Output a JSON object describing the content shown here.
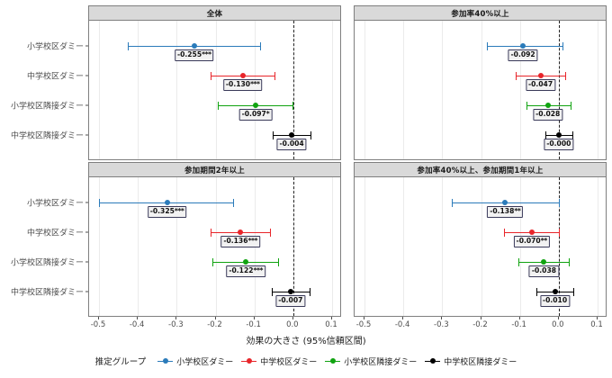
{
  "chart_data": {
    "type": "scatter",
    "plot_kind": "forest-plot-coefficient-plot",
    "title": "",
    "xlabel": "効果の大きさ (95%信頼区間)",
    "ylabel": "",
    "xlim": [
      -0.5,
      0.1
    ],
    "xticks": [
      -0.5,
      -0.4,
      -0.3,
      -0.2,
      -0.1,
      0.0,
      0.1
    ],
    "xticklabels": [
      "-0.5",
      "-0.4",
      "-0.3",
      "-0.2",
      "-0.1",
      "0.0",
      "0.1"
    ],
    "grid": "vertical-minor-gridlines",
    "reference_line": 0.0,
    "legend_position": "bottom",
    "legend_title": "推定グループ",
    "categories": [
      "小学校区ダミー",
      "中学校区ダミー",
      "小学校区隣接ダミー",
      "中学校区隣接ダミー"
    ],
    "colors": [
      "#2b7bba",
      "#e8252a",
      "#10a310",
      "#000000"
    ],
    "panels": [
      {
        "title": "全体",
        "points": [
          {
            "group": "小学校区ダミー",
            "estimate": -0.255,
            "ci_low": -0.425,
            "ci_high": -0.085,
            "label": "-0.255",
            "stars": "***"
          },
          {
            "group": "中学校区ダミー",
            "estimate": -0.13,
            "ci_low": -0.212,
            "ci_high": -0.048,
            "label": "-0.130",
            "stars": "***"
          },
          {
            "group": "小学校区隣接ダミー",
            "estimate": -0.097,
            "ci_low": -0.195,
            "ci_high": -0.001,
            "label": "-0.097",
            "stars": "*"
          },
          {
            "group": "中学校区隣接ダミー",
            "estimate": -0.004,
            "ci_low": -0.052,
            "ci_high": 0.044,
            "label": "-0.004",
            "stars": ""
          }
        ]
      },
      {
        "title": "参加率40%以上",
        "points": [
          {
            "group": "小学校区ダミー",
            "estimate": -0.092,
            "ci_low": -0.185,
            "ci_high": 0.01,
            "label": "-0.092",
            "stars": ""
          },
          {
            "group": "中学校区ダミー",
            "estimate": -0.047,
            "ci_low": -0.11,
            "ci_high": 0.016,
            "label": "-0.047",
            "stars": ""
          },
          {
            "group": "小学校区隣接ダミー",
            "estimate": -0.028,
            "ci_low": -0.082,
            "ci_high": 0.03,
            "label": "-0.028",
            "stars": ""
          },
          {
            "group": "中学校区隣接ダミー",
            "estimate": -0.0,
            "ci_low": -0.035,
            "ci_high": 0.036,
            "label": "-0.000",
            "stars": ""
          }
        ]
      },
      {
        "title": "参加期間2年以上",
        "points": [
          {
            "group": "小学校区ダミー",
            "estimate": -0.325,
            "ci_low": -0.5,
            "ci_high": -0.155,
            "label": "-0.325",
            "stars": "***"
          },
          {
            "group": "中学校区ダミー",
            "estimate": -0.136,
            "ci_low": -0.212,
            "ci_high": -0.06,
            "label": "-0.136",
            "stars": "***"
          },
          {
            "group": "小学校区隣接ダミー",
            "estimate": -0.122,
            "ci_low": -0.207,
            "ci_high": -0.038,
            "label": "-0.122",
            "stars": "***"
          },
          {
            "group": "中学校区隣接ダミー",
            "estimate": -0.007,
            "ci_low": -0.055,
            "ci_high": 0.042,
            "label": "-0.007",
            "stars": ""
          }
        ]
      },
      {
        "title": "参加率40%以上、参加期間1年以上",
        "points": [
          {
            "group": "小学校区ダミー",
            "estimate": -0.138,
            "ci_low": -0.275,
            "ci_high": 0.0,
            "label": "-0.138",
            "stars": "**"
          },
          {
            "group": "中学校区ダミー",
            "estimate": -0.07,
            "ci_low": -0.141,
            "ci_high": 0.0,
            "label": "-0.070",
            "stars": "**"
          },
          {
            "group": "小学校区隣接ダミー",
            "estimate": -0.038,
            "ci_low": -0.103,
            "ci_high": 0.027,
            "label": "-0.038",
            "stars": ""
          },
          {
            "group": "中学校区隣接ダミー",
            "estimate": -0.01,
            "ci_low": -0.057,
            "ci_high": 0.038,
            "label": "-0.010",
            "stars": ""
          }
        ]
      }
    ]
  },
  "axis": {
    "x_title": "効果の大きさ (95%信頼区間)",
    "x_tick_labels": [
      "-0.5",
      "-0.4",
      "-0.3",
      "-0.2",
      "-0.1",
      "0.0",
      "0.1"
    ],
    "y_tick_labels": [
      "小学校区ダミー",
      "中学校区ダミー",
      "小学校区隣接ダミー",
      "中学校区隣接ダミー"
    ]
  },
  "legend": {
    "title": "推定グループ",
    "items": [
      {
        "label": "小学校区ダミー",
        "color": "#2b7bba"
      },
      {
        "label": "中学校区ダミー",
        "color": "#e8252a"
      },
      {
        "label": "小学校区隣接ダミー",
        "color": "#10a310"
      },
      {
        "label": "中学校区隣接ダミー",
        "color": "#000000"
      }
    ]
  },
  "panel_titles": [
    "全体",
    "参加率40%以上",
    "参加期間2年以上",
    "参加率40%以上、参加期間1年以上"
  ]
}
